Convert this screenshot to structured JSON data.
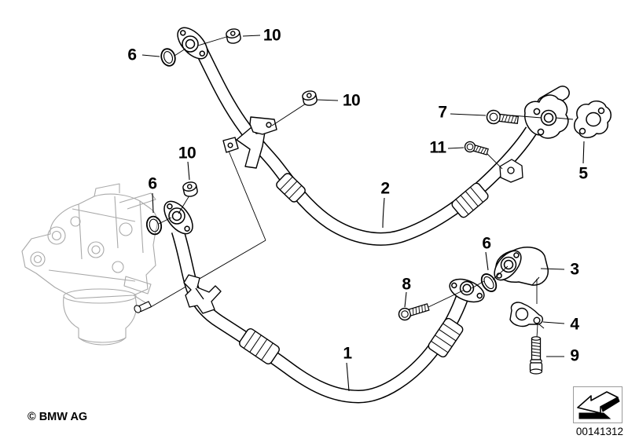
{
  "footer": {
    "copyright": "© BMW AG",
    "image_number": "00141312",
    "direction_icon": "direction-arrow-icon"
  },
  "colors": {
    "line": "#000000",
    "engine_sketch": "#a9a9a9",
    "background": "#ffffff"
  },
  "callouts": [
    {
      "label": "6"
    },
    {
      "label": "10"
    },
    {
      "label": "10"
    },
    {
      "label": "10"
    },
    {
      "label": "6"
    },
    {
      "label": "2"
    },
    {
      "label": "7"
    },
    {
      "label": "11"
    },
    {
      "label": "5"
    },
    {
      "label": "6"
    },
    {
      "label": "3"
    },
    {
      "label": "8"
    },
    {
      "label": "4"
    },
    {
      "label": "1"
    },
    {
      "label": "9"
    }
  ]
}
